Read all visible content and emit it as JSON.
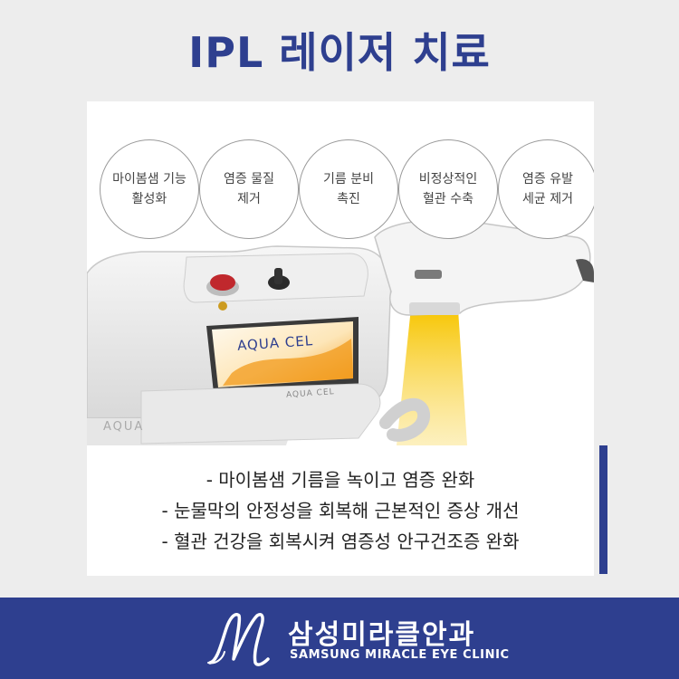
{
  "title": "IPL 레이저 치료",
  "circles": [
    {
      "line1": "마이봄샘 기능",
      "line2": "활성화"
    },
    {
      "line1": "염증 물질",
      "line2": "제거"
    },
    {
      "line1": "기름 분비",
      "line2": "촉진"
    },
    {
      "line1": "비정상적인",
      "line2": "혈관 수축"
    },
    {
      "line1": "염증 유발",
      "line2": "세균 제거"
    }
  ],
  "device": {
    "screen_brand": "AQUA CEL",
    "body_brand": "AQUA CEL",
    "side_brand": "AQUA"
  },
  "notes": [
    "- 마이봄샘 기름을 녹이고 염증 완화",
    "- 눈물막의 안정성을 회복해 근본적인 증상 개선",
    "- 혈관 건강을 회복시켜 염증성 안구건조증 완화"
  ],
  "clinic": {
    "name_ko": "삼성미라클안과",
    "name_en": "SAMSUNG MIRACLE EYE CLINIC"
  },
  "colors": {
    "brand": "#2e3f8f",
    "light": "#f3b800"
  }
}
